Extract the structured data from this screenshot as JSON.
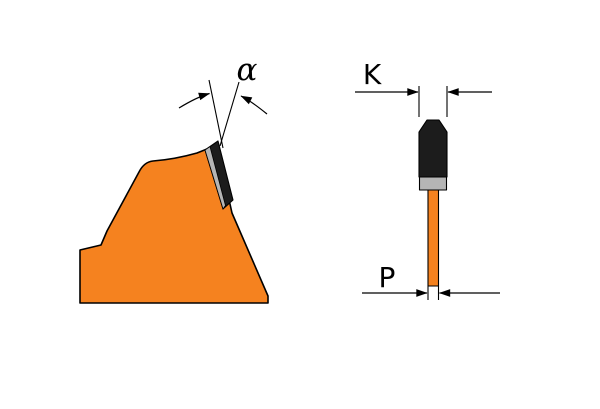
{
  "labels": {
    "angle": "α",
    "kerf": "K",
    "plate_thickness": "P"
  },
  "colors": {
    "blade_orange": "#F5821F",
    "carbide_black": "#1C1C1C",
    "steel_gray": "#B5B5B5",
    "outline_black": "#000000",
    "background": "#FFFFFF"
  }
}
